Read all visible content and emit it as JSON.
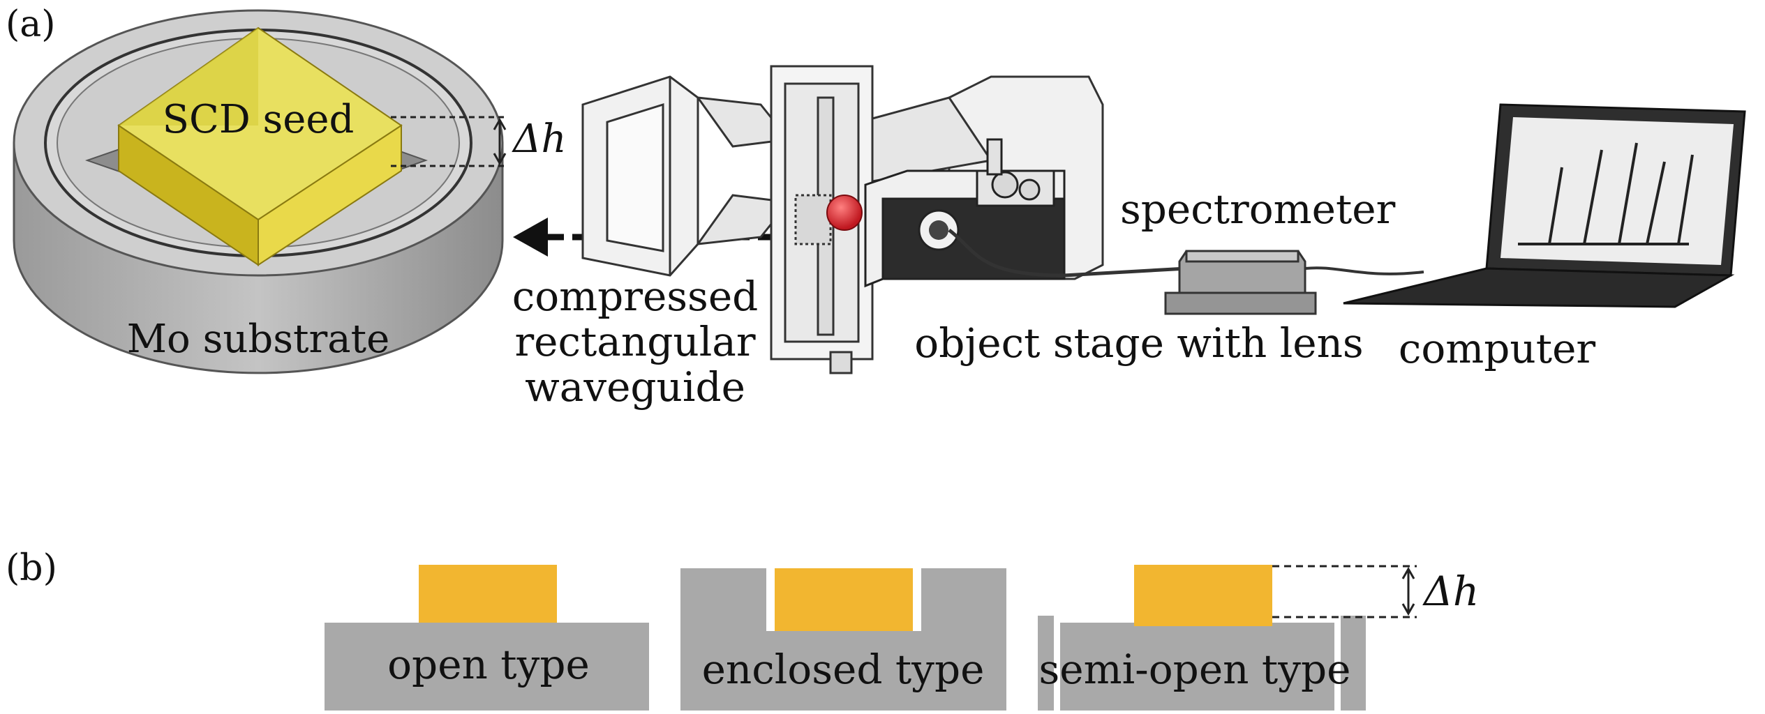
{
  "panel_a": {
    "label": "(a)",
    "seed_label": "SCD seed",
    "substrate_label": "Mo substrate",
    "delta_h": "Δh",
    "waveguide_label": [
      "compressed",
      "rectangular",
      "waveguide"
    ],
    "spectrometer_label": "spectrometer",
    "stage_label": "object stage with lens",
    "computer_label": "computer"
  },
  "panel_b": {
    "label": "(b)",
    "open_label": "open type",
    "enclosed_label": "enclosed type",
    "semi_open_label": "semi-open type",
    "delta_h": "Δh"
  },
  "colors": {
    "seed_gold": "#f2b630",
    "seed_yellow": "#e8e060",
    "substrate_gray": "#a9a9a9",
    "plasma_red": "#d4202a"
  }
}
